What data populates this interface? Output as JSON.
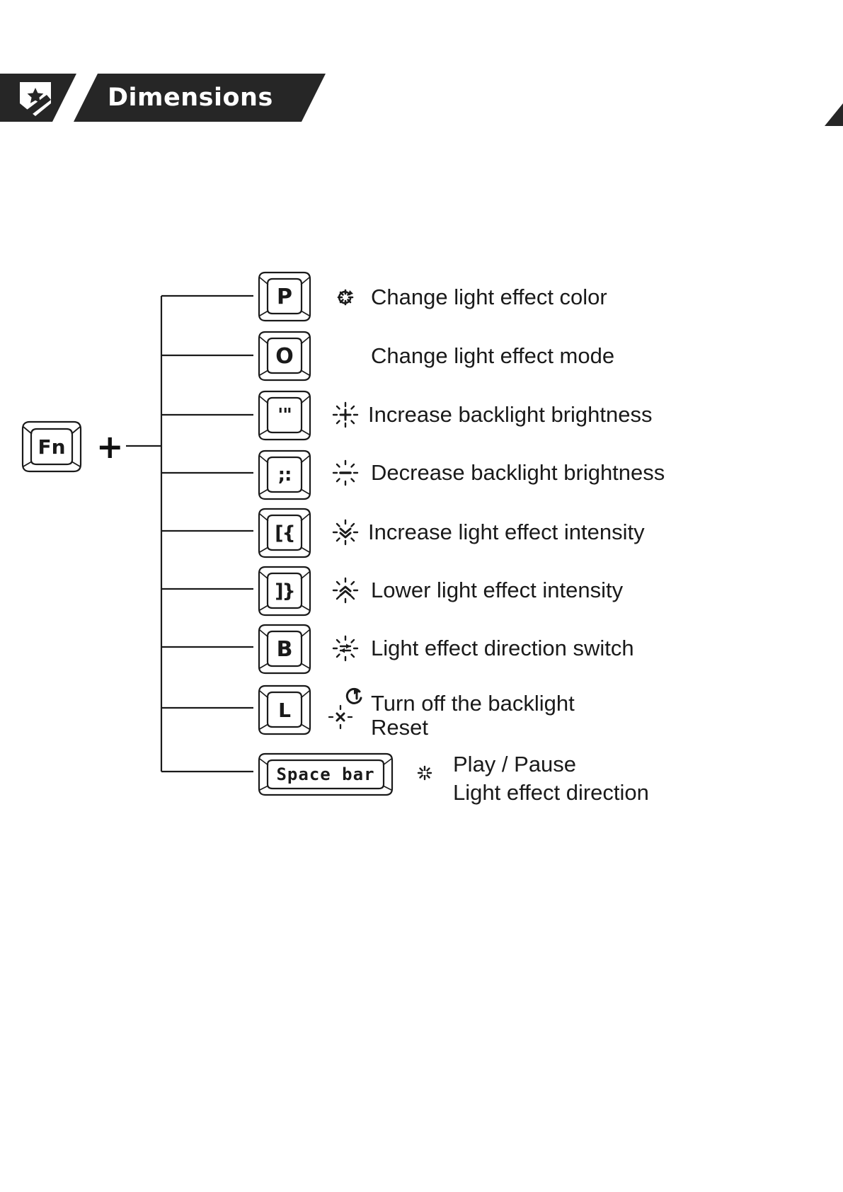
{
  "header": {
    "title": "Dimensions",
    "logo_icon": "shield-star-icon",
    "slash_icon": "slash-divider-icon",
    "banner_color": "#262626",
    "text_color": "#ffffff",
    "corner_icon": "corner-triangle-mark"
  },
  "diagram": {
    "modifier_key": {
      "label": "Fn",
      "combiner": "+"
    },
    "rows": [
      {
        "key": "P",
        "key_type": "standard",
        "icon": "sun-refresh-icon",
        "text": "Change light effect color",
        "text2": ""
      },
      {
        "key": "O",
        "key_type": "standard",
        "icon": "",
        "text": "Change light effect mode",
        "text2": ""
      },
      {
        "key": "'\"",
        "key_type": "standard",
        "icon": "sun-plus-icon",
        "text": "Increase backlight brightness",
        "text2": ""
      },
      {
        "key": ";:",
        "key_type": "standard",
        "icon": "sun-minus-icon",
        "text": "Decrease backlight brightness",
        "text2": ""
      },
      {
        "key": "[{",
        "key_type": "standard",
        "icon": "sun-chevron-down-icon",
        "text": "Increase light effect intensity",
        "text2": ""
      },
      {
        "key": "]}",
        "key_type": "standard",
        "icon": "sun-chevron-up-icon",
        "text": "Lower light effect intensity",
        "text2": ""
      },
      {
        "key": "B",
        "key_type": "standard",
        "icon": "sun-swap-arrows-icon",
        "text": "Light effect direction switch",
        "text2": ""
      },
      {
        "key": "L",
        "key_type": "standard",
        "icon": "power-reset-icon",
        "icon2": "sun-x-icon",
        "text": "Turn off the backlight",
        "text2": "Reset"
      },
      {
        "key": "Space bar",
        "key_type": "wide",
        "icon": "sun-rays-icon",
        "text": "Play / Pause",
        "text2": "Light effect direction"
      }
    ]
  }
}
